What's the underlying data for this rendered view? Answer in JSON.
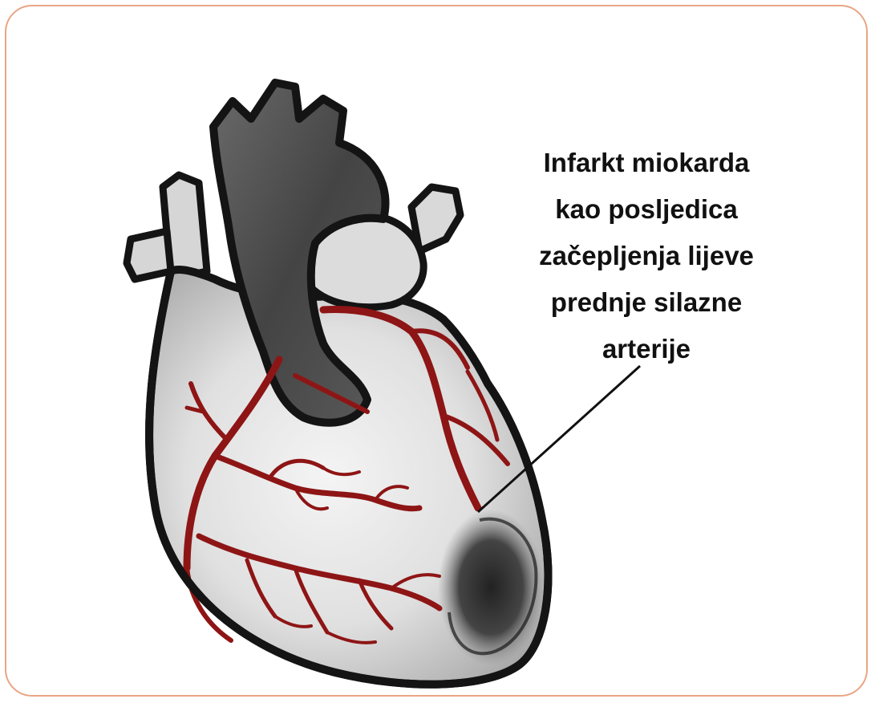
{
  "caption": {
    "lines": [
      "Infarkt miokarda",
      "kao posljedica",
      "začepljenja lijeve",
      "prednje silazne",
      "arterije"
    ]
  },
  "colors": {
    "frame_border": "#e9a585",
    "outline": "#141414",
    "heart_fill": "#d8d8d8",
    "great_vessels": "#4c4c4c",
    "coronary_arteries": "#8e1515",
    "infarct_zone": "#2a2a2a"
  },
  "icons": {
    "heart": "heart-illustration-icon"
  }
}
